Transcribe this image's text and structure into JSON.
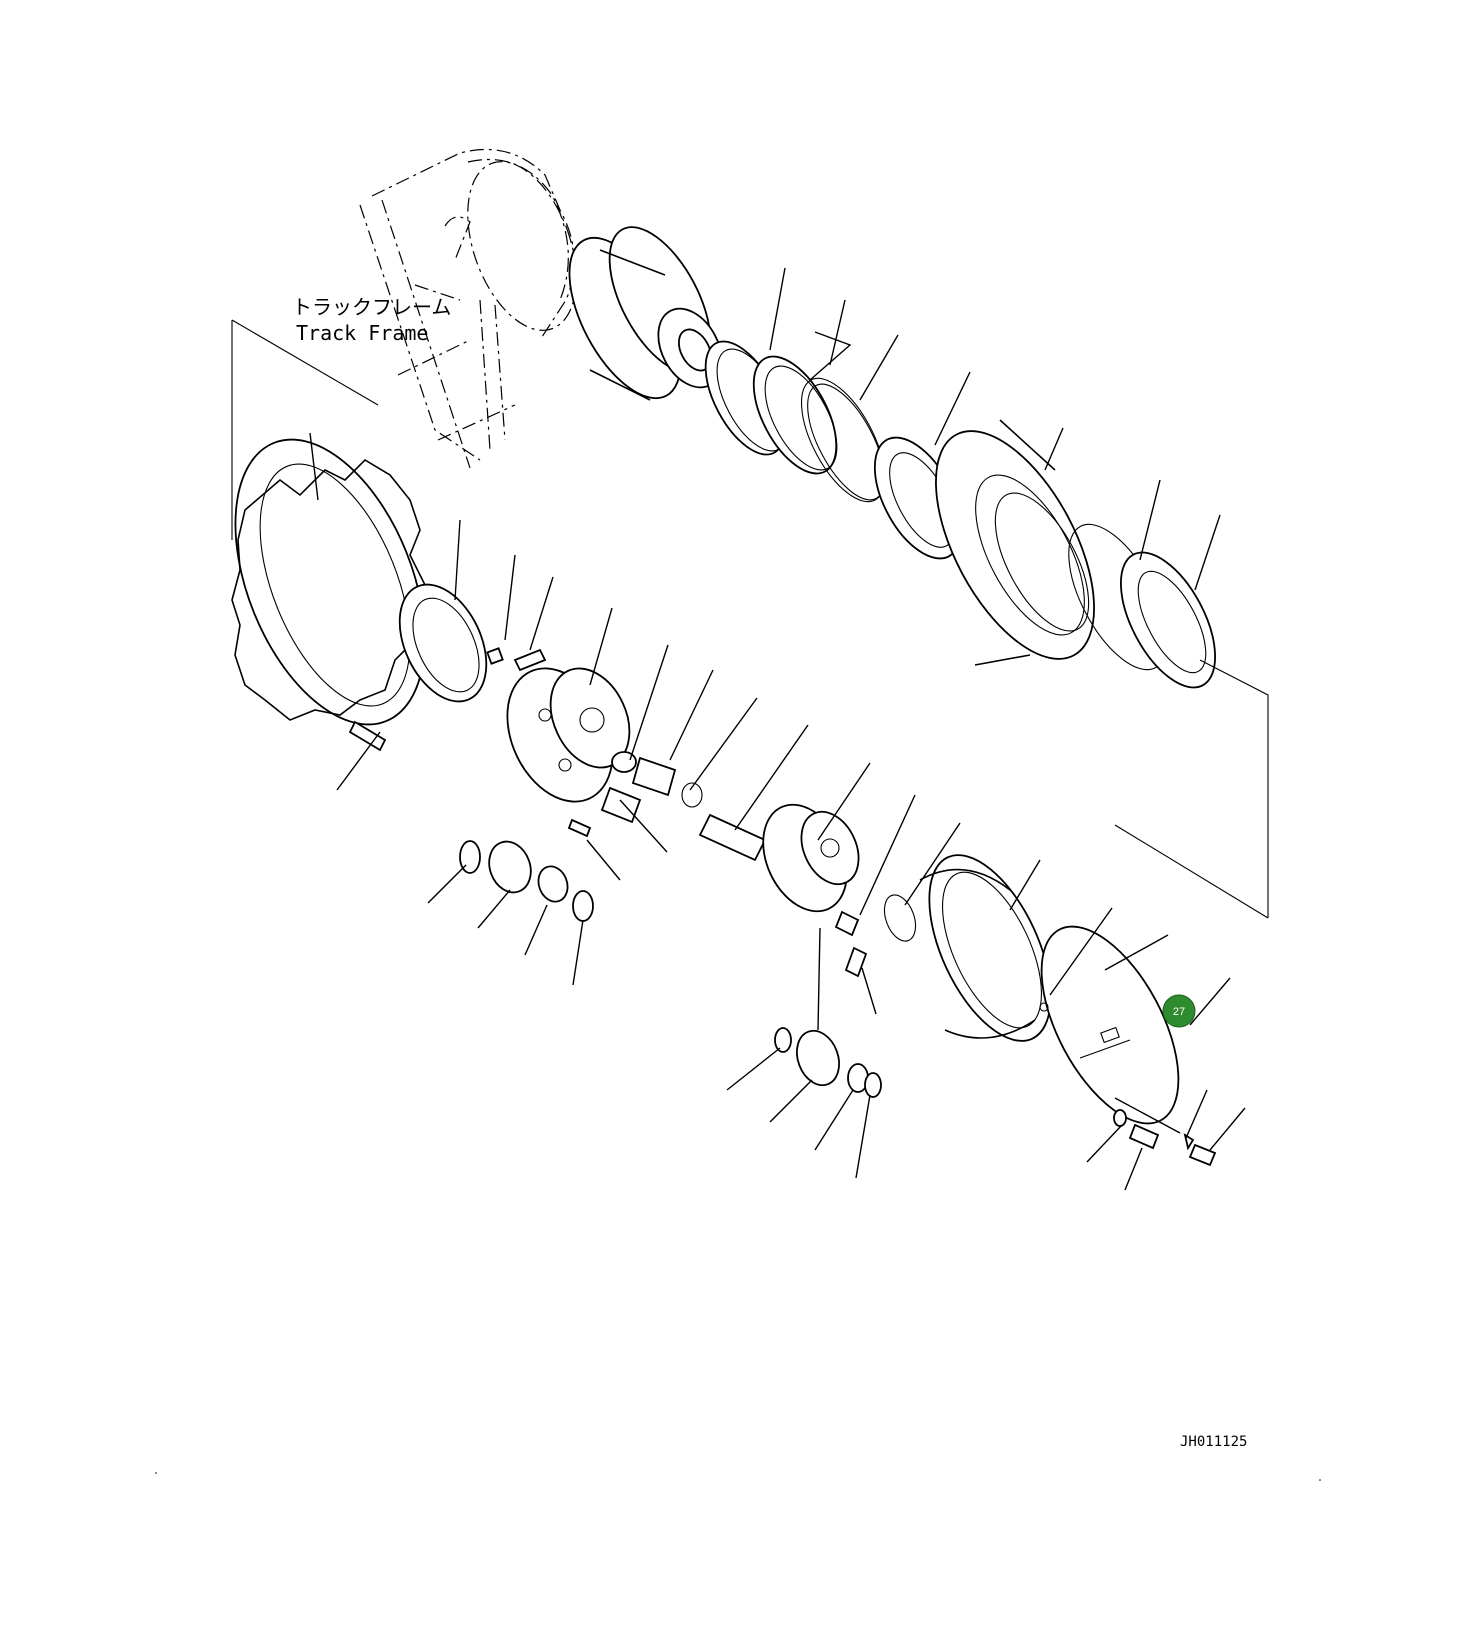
{
  "diagram": {
    "frame_label_jp": "トラックフレーム",
    "frame_label_en": "Track Frame",
    "drawing_code": "JH011125",
    "highlighted_part": {
      "number": "27",
      "color": "#2e8b2e"
    }
  }
}
